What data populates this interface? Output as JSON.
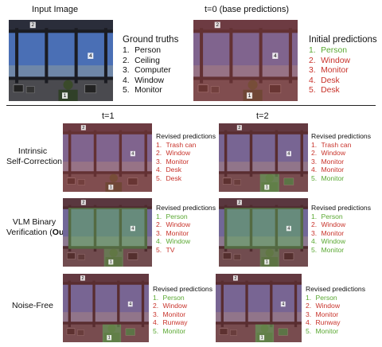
{
  "top": {
    "input_title": "Input Image",
    "t0_title": "t=0 (base predictions)",
    "ground_truths": {
      "title": "Ground truths",
      "items": [
        {
          "n": "1.",
          "label": "Person"
        },
        {
          "n": "2.",
          "label": "Ceiling"
        },
        {
          "n": "3.",
          "label": "Computer"
        },
        {
          "n": "4.",
          "label": "Window"
        },
        {
          "n": "5.",
          "label": "Monitor"
        }
      ]
    },
    "initial_predictions": {
      "title": "Initial predictions",
      "items": [
        {
          "n": "1.",
          "label": "Person",
          "status": "correct"
        },
        {
          "n": "2.",
          "label": "Window",
          "status": "wrong"
        },
        {
          "n": "3.",
          "label": "Monitor",
          "status": "wrong"
        },
        {
          "n": "4.",
          "label": "Desk",
          "status": "wrong"
        },
        {
          "n": "5.",
          "label": "Desk",
          "status": "wrong"
        }
      ]
    }
  },
  "columns": {
    "t1": "t=1",
    "t2": "t=2"
  },
  "rows": [
    {
      "label_line1": "Intrinsic",
      "label_line2": "Self-Correction",
      "label_ours": "",
      "t1": {
        "title": "Revised predictions",
        "items": [
          {
            "n": "1.",
            "label": "Trash can",
            "status": "wrong"
          },
          {
            "n": "2.",
            "label": "Window",
            "status": "wrong"
          },
          {
            "n": "3.",
            "label": "Monitor",
            "status": "wrong"
          },
          {
            "n": "4.",
            "label": "Desk",
            "status": "wrong"
          },
          {
            "n": "5.",
            "label": "Desk",
            "status": "wrong"
          }
        ]
      },
      "t2": {
        "title": "Revised predictions",
        "items": [
          {
            "n": "1.",
            "label": "Trash can",
            "status": "wrong"
          },
          {
            "n": "2.",
            "label": "Window",
            "status": "wrong"
          },
          {
            "n": "3.",
            "label": "Monitor",
            "status": "wrong"
          },
          {
            "n": "4.",
            "label": "Monitor",
            "status": "wrong"
          },
          {
            "n": "5.",
            "label": "Monitor",
            "status": "correct"
          }
        ]
      }
    },
    {
      "label_line1": "VLM Binary",
      "label_line2": "Verification (",
      "label_ours": "Ours",
      "label_close": ")",
      "t1": {
        "title": "Revised predictions",
        "items": [
          {
            "n": "1.",
            "label": "Person",
            "status": "correct"
          },
          {
            "n": "2.",
            "label": "Window",
            "status": "wrong"
          },
          {
            "n": "3.",
            "label": "Monitor",
            "status": "wrong"
          },
          {
            "n": "4.",
            "label": "Window",
            "status": "correct"
          },
          {
            "n": "5.",
            "label": "TV",
            "status": "wrong"
          }
        ]
      },
      "t2": {
        "title": "Revised predictions",
        "items": [
          {
            "n": "1.",
            "label": "Person",
            "status": "correct"
          },
          {
            "n": "2.",
            "label": "Window",
            "status": "wrong"
          },
          {
            "n": "3.",
            "label": "Monitor",
            "status": "wrong"
          },
          {
            "n": "4.",
            "label": "Window",
            "status": "correct"
          },
          {
            "n": "5.",
            "label": "Monitor",
            "status": "correct"
          }
        ]
      }
    },
    {
      "label_line1": "Noise-Free",
      "label_line2": "",
      "label_ours": "",
      "t1": {
        "title": "Revised predictions",
        "items": [
          {
            "n": "1.",
            "label": "Person",
            "status": "correct"
          },
          {
            "n": "2.",
            "label": "Window",
            "status": "wrong"
          },
          {
            "n": "3.",
            "label": "Monitor",
            "status": "wrong"
          },
          {
            "n": "4.",
            "label": "Runway",
            "status": "wrong"
          },
          {
            "n": "5.",
            "label": "Monitor",
            "status": "correct"
          }
        ]
      },
      "t2": {
        "title": "Revised predictions",
        "items": [
          {
            "n": "1.",
            "label": "Person",
            "status": "correct"
          },
          {
            "n": "2.",
            "label": "Window",
            "status": "wrong"
          },
          {
            "n": "3.",
            "label": "Monitor",
            "status": "wrong"
          },
          {
            "n": "4.",
            "label": "Runway",
            "status": "wrong"
          },
          {
            "n": "5.",
            "label": "Monitor",
            "status": "correct"
          }
        ]
      }
    }
  ],
  "image_markers": {
    "m1": "1",
    "m2": "2",
    "m4": "4"
  },
  "colors": {
    "correct": "#5aa832",
    "wrong": "#c8332b",
    "sky": "#4a6fb5",
    "red_overlay": "#d9534f",
    "green_overlay": "#5cb85c"
  }
}
